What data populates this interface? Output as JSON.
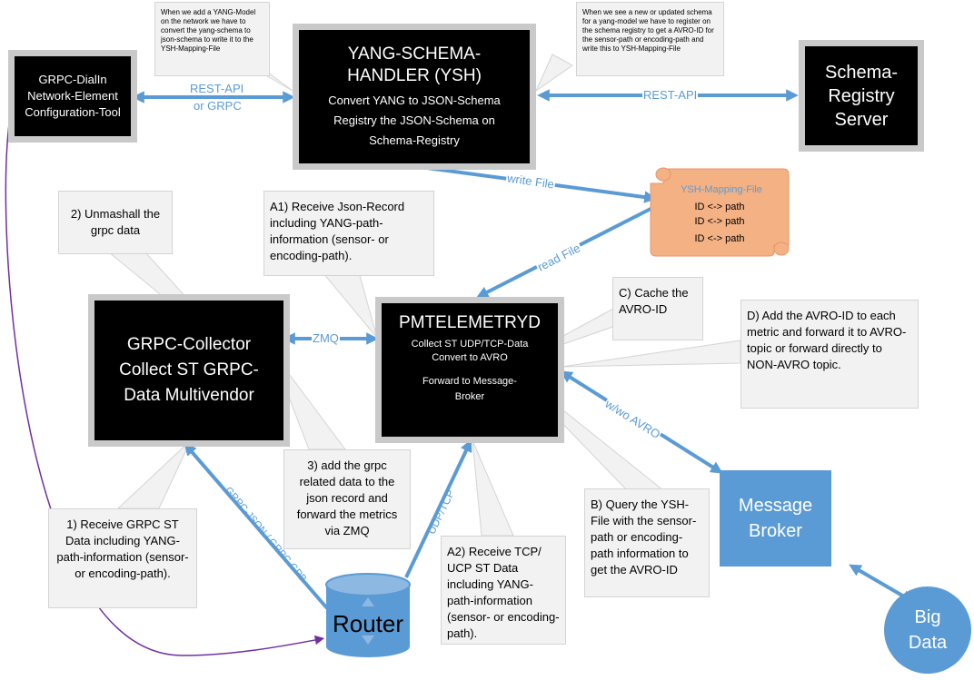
{
  "colors": {
    "block_bg": "#000000",
    "block_border": "#c9c9c9",
    "note_bg": "#f2f2f2",
    "arrow_blue": "#5b9bd5",
    "arrow_purple": "#7030a0",
    "broker_blue": "#5b9bd5",
    "scroll_fill": "#f4b183",
    "scroll_border": "#f4b183"
  },
  "blocks": {
    "config_tool": "GRPC-DialIn Network-Element Configuration-Tool",
    "ysh_title": "YANG-SCHEMA-HANDLER (YSH)",
    "ysh_desc": "Convert YANG to JSON-Schema Registry the JSON-Schema on Schema-Registry",
    "schema_registry": "Schema-Registry Server",
    "collector_title": "GRPC-Collector Collect ST GRPC-Data Multivendor",
    "pmtelemetryd_title": "PMTELEMETRYD",
    "pmtelemetryd_line1": "Collect ST UDP/TCP-Data",
    "pmtelemetryd_line2": "Convert to AVRO",
    "pmtelemetryd_line3": "Forward to Message-Broker",
    "message_broker": "Message Broker",
    "big_data": "Big Data",
    "router": "Router"
  },
  "mapping_file": {
    "title": "YSH-Mapping-File",
    "rows": [
      "ID <-> path",
      "ID <-> path",
      "ID <-> path"
    ]
  },
  "notes": {
    "yang_model": "When we add a YANG-Model on the network we have to convert the yang-schema to json-schema to write it to the YSH-Mapping-File",
    "new_schema": "When we see a new or updated schema for a yang-model we have to register on the schema registry to get a AVRO-ID for the sensor-path or encoding-path and write this to YSH-Mapping-File",
    "unmarshall": "2) Unmashall the grpc data",
    "receive_json": "A1) Receive Json-Record including YANG-path-information (sensor- or encoding-path).",
    "cache": "C) Cache the AVRO-ID",
    "add_avro": "D) Add the AVRO-ID to each metric and forward it to AVRO-topic or forward directly to NON-AVRO topic.",
    "add_grpc": "3) add the grpc related data to the json record and forward the metrics via ZMQ",
    "receive_grpc": "1) Receive GRPC ST Data including YANG-path-information (sensor- or encoding-path).",
    "receive_tcp": "A2) Receive TCP/ UCP ST Data including YANG-path-information (sensor- or encoding-path).",
    "query": "B) Query the YSH-File with the sensor-path or encoding-path information to get the AVRO-ID"
  },
  "edge_labels": {
    "rest_api_grpc_1": "REST-API",
    "rest_api_grpc_2": "or GRPC",
    "rest_api": "REST-API",
    "write_file": "write File",
    "read_file": "read File",
    "zmq": "ZMQ",
    "wo_avro": "w/wo AVRO",
    "grpc_json": "GRPC-JSON / GRPC-GPB",
    "udp_tcp": "UDP/TCP"
  }
}
